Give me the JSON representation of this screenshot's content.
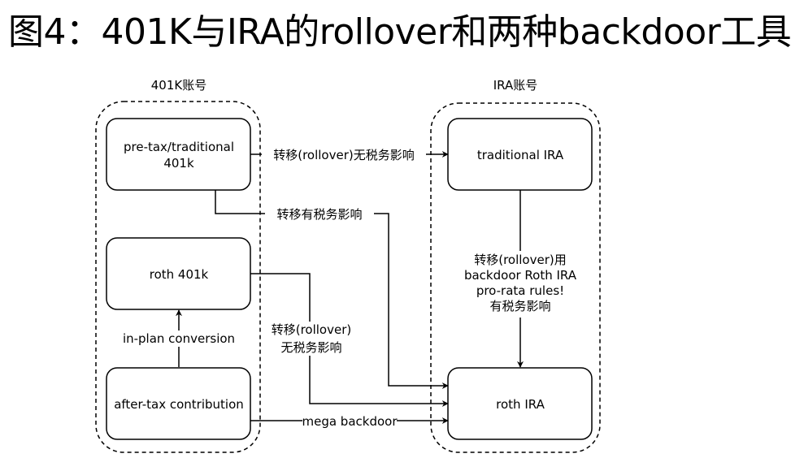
{
  "title": "图4：401K与IRA的rollover和两种backdoor工具",
  "groups": {
    "k401": {
      "label": "401K账号"
    },
    "ira": {
      "label": "IRA账号"
    }
  },
  "nodes": {
    "pretax": {
      "line1": "pre-tax/traditional",
      "line2": "401k"
    },
    "roth401k": {
      "label": "roth 401k"
    },
    "aftertax": {
      "label": "after-tax contribution"
    },
    "tradira": {
      "label": "traditional IRA"
    },
    "rothira": {
      "label": "roth IRA"
    }
  },
  "edges": {
    "rollover_no_tax": "转移(rollover)无税务影响",
    "transfer_taxable": "转移有税务影响",
    "rollover_no_tax_2_line1": "转移(rollover)",
    "rollover_no_tax_2_line2": "无税务影响",
    "in_plan": "in-plan conversion",
    "mega": "mega backdoor",
    "backdoor_line1": "转移(rollover)用",
    "backdoor_line2": "backdoor Roth IRA",
    "backdoor_line3": "pro-rata rules!",
    "backdoor_line4": "有税务影响"
  }
}
